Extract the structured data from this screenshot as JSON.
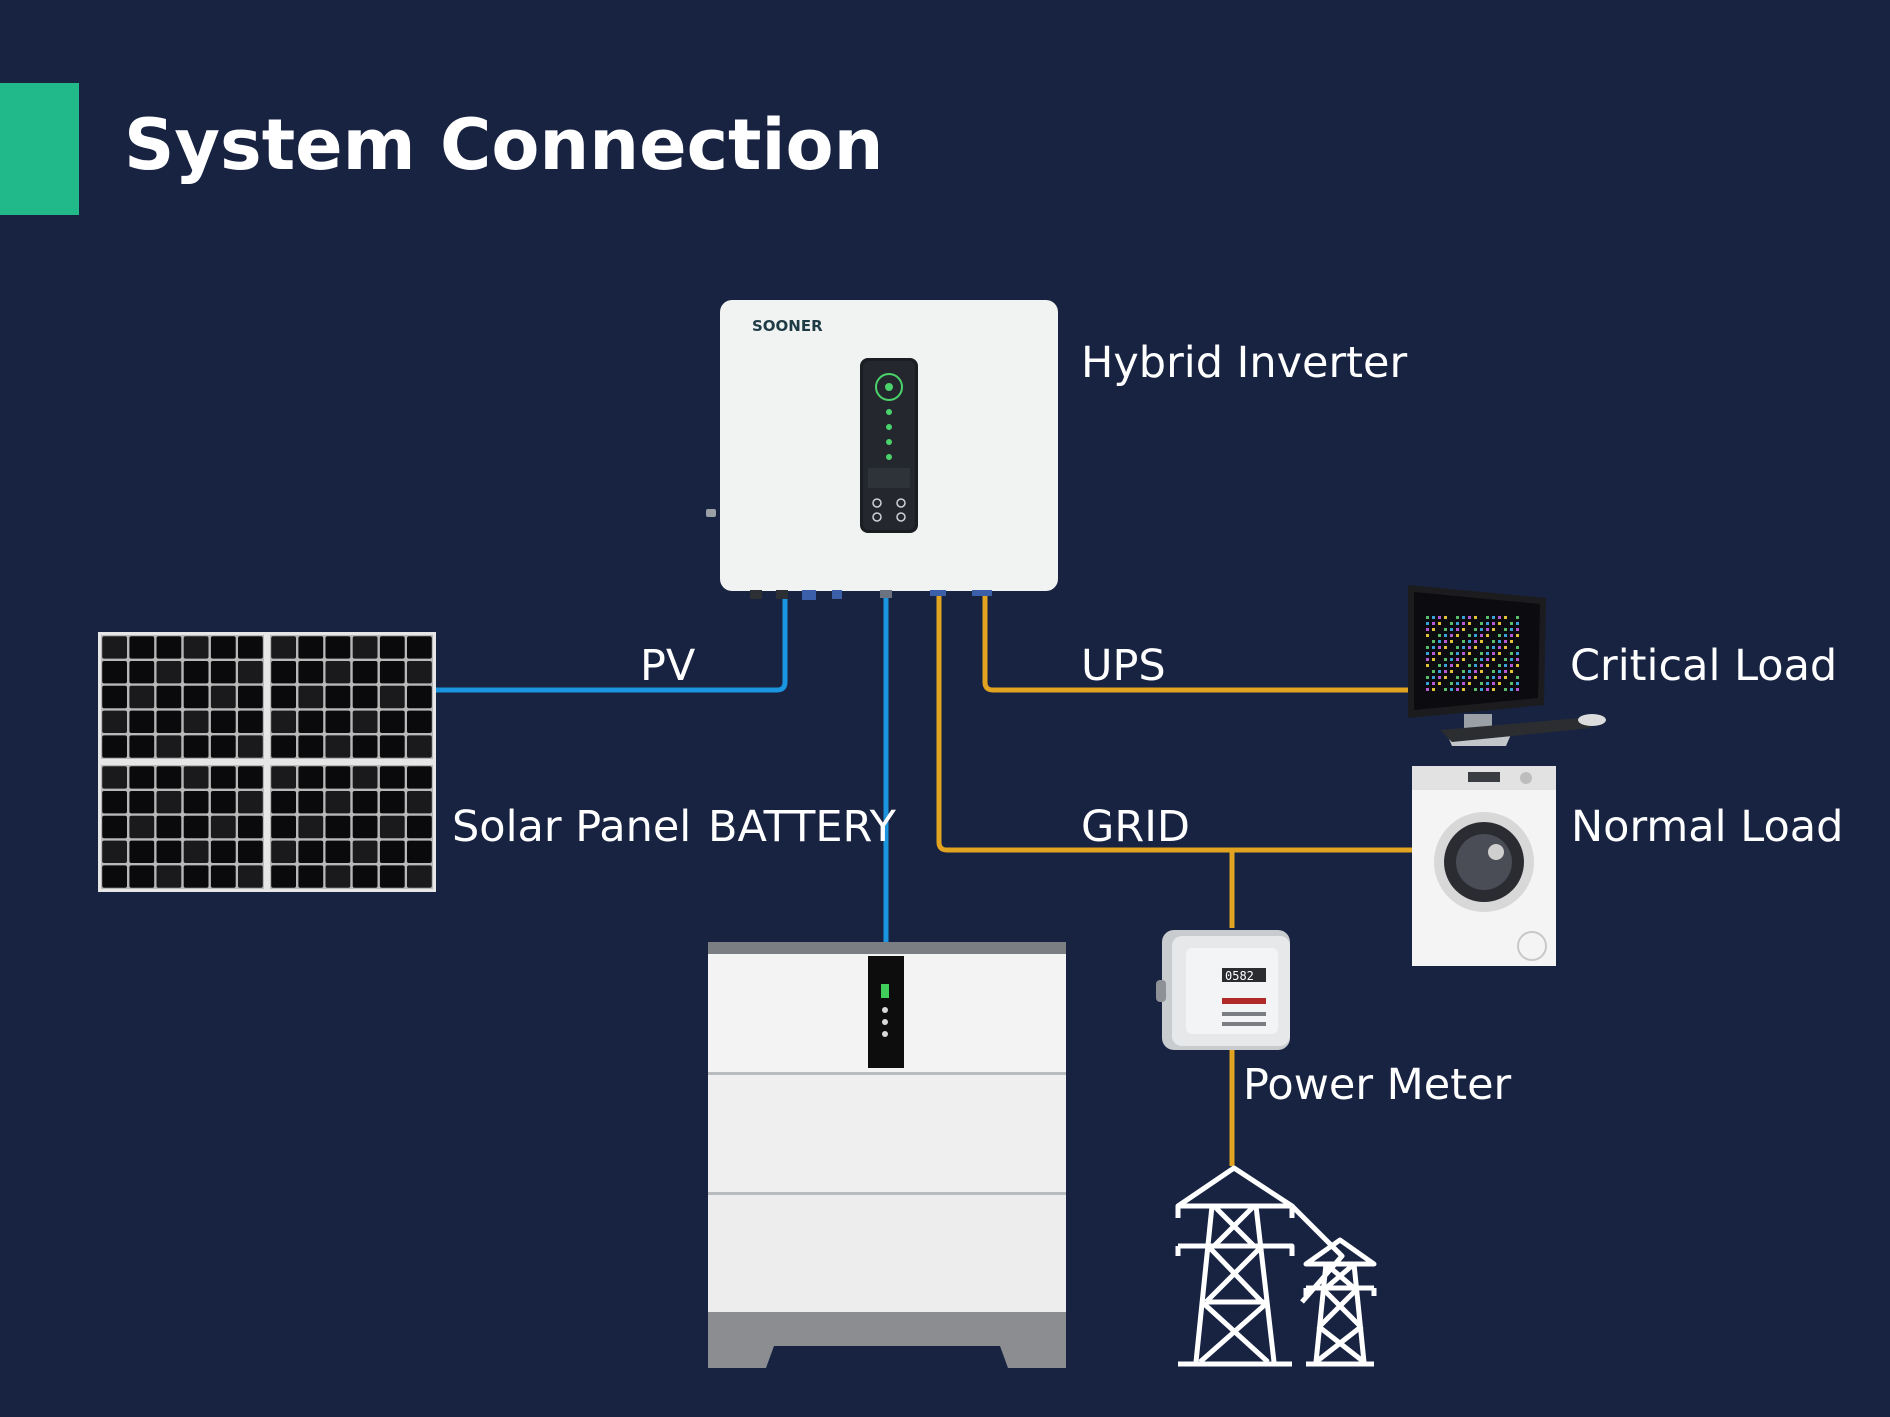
{
  "colors": {
    "background": "#172341",
    "accent": "#22b98a",
    "dc_line": "#1c95e0",
    "ac_line": "#e2a420",
    "text": "#ffffff"
  },
  "header": {
    "title": "System Connection"
  },
  "devices": {
    "inverter": {
      "label": "Hybrid Inverter",
      "brand": "SOONER",
      "icon": "hybrid-inverter-icon"
    },
    "solar_panel": {
      "label": "Solar Panel",
      "icon": "solar-panel-icon"
    },
    "battery": {
      "label": "BATTERY",
      "icon": "battery-stack-icon"
    },
    "critical_load": {
      "label": "Critical Load",
      "icon": "desktop-computer-icon"
    },
    "normal_load": {
      "label": "Normal Load",
      "icon": "washing-machine-icon"
    },
    "power_meter": {
      "label": "Power Meter",
      "icon": "power-meter-icon"
    },
    "grid_tower": {
      "icon": "transmission-tower-icon"
    }
  },
  "connections": {
    "pv": "PV",
    "ups": "UPS",
    "grid": "GRID"
  }
}
